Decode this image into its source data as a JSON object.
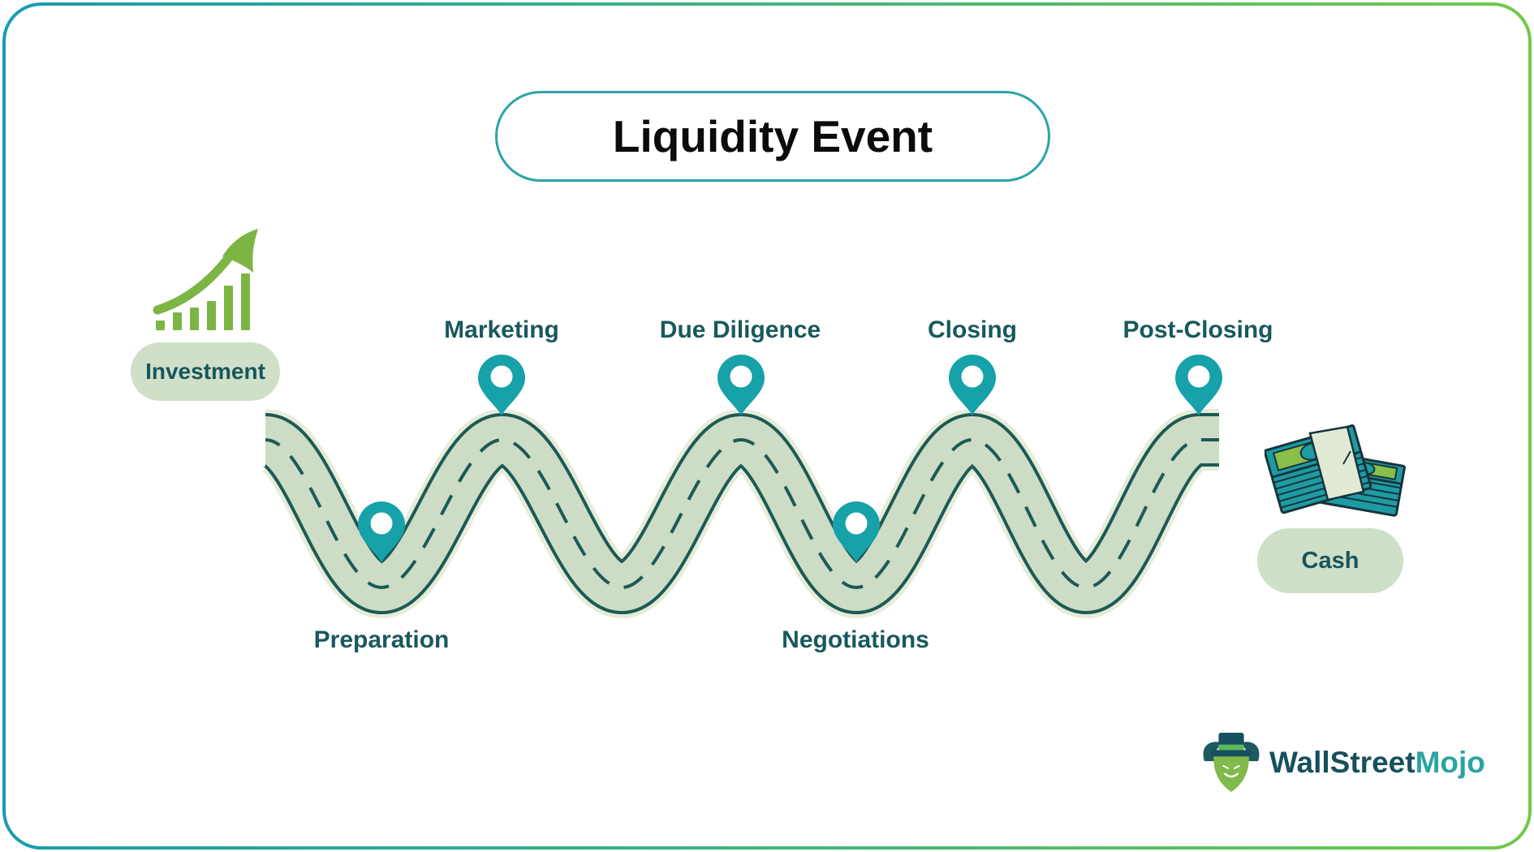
{
  "title": {
    "text": "Liquidity Event"
  },
  "journey": {
    "start": {
      "label": "Investment",
      "icon": "growth-chart-icon"
    },
    "stages": [
      {
        "label": "Preparation",
        "position": "trough",
        "marker": "location-pin-icon"
      },
      {
        "label": "Marketing",
        "position": "crest",
        "marker": "location-pin-icon"
      },
      {
        "label": "Due Diligence",
        "position": "crest",
        "marker": "location-pin-icon"
      },
      {
        "label": "Negotiations",
        "position": "trough",
        "marker": "location-pin-icon"
      },
      {
        "label": "Closing",
        "position": "crest",
        "marker": "location-pin-icon"
      },
      {
        "label": "Post-Closing",
        "position": "crest",
        "marker": "location-pin-icon"
      }
    ],
    "end": {
      "label": "Cash",
      "icon": "money-stacks-icon"
    }
  },
  "logo": {
    "brand_part1": "WallStreet",
    "brand_part2": "Mojo",
    "icon": "bull-mascot-icon"
  },
  "colors": {
    "frame_gradient_left": "#189CB0",
    "frame_gradient_right": "#6FCA4B",
    "title_border": "#2BA4A9",
    "title_text": "#0B0B0B",
    "road_fill": "#CDDCC5",
    "road_outline": "#1C5A55",
    "road_halo": "#E6ECDA",
    "pin_teal": "#17A1A9",
    "stage_label_text": "#18595D",
    "pill_background": "#CFDFC8",
    "pill_text": "#17565B",
    "growth_icon_green": "#7CB544",
    "money_teal": "#1E9BA3",
    "money_green": "#8ABF4A",
    "money_band": "#DFE9D4",
    "logo_dark_teal": "#174F5C",
    "logo_bright_teal": "#2AA3A3"
  }
}
